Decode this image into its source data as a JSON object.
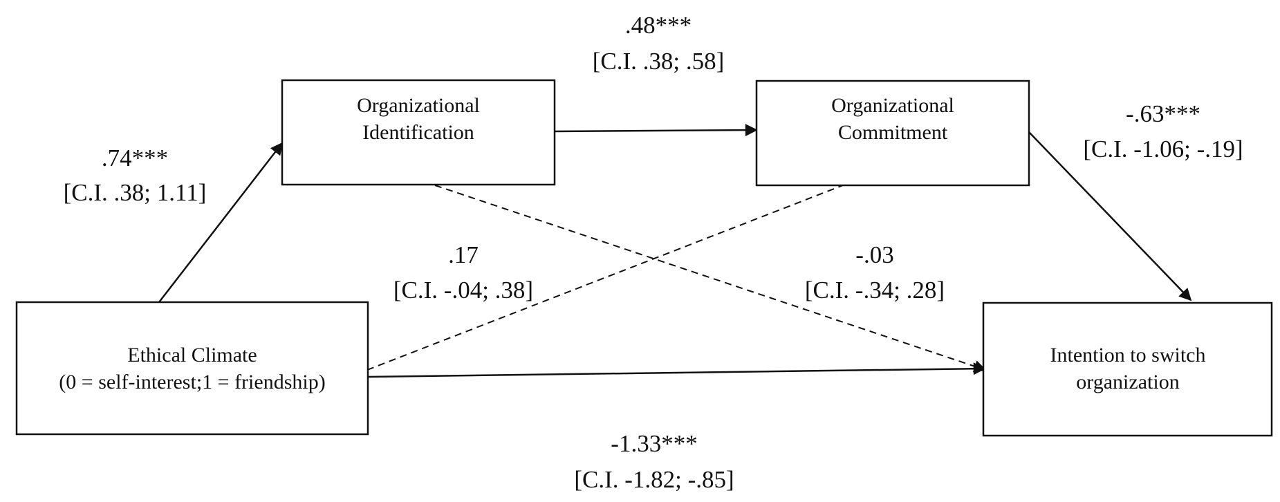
{
  "nodes": {
    "ethical_climate": {
      "line1": "Ethical Climate",
      "line2": "(0 = self-interest;1 = friendship)"
    },
    "org_identification": {
      "line1": "Organizational",
      "line2": "Identification"
    },
    "org_commitment": {
      "line1": "Organizational",
      "line2": "Commitment"
    },
    "intention_switch": {
      "line1": "Intention to switch",
      "line2": "organization"
    }
  },
  "paths": {
    "climate_to_identification": {
      "coef": ".74***",
      "ci": "[C.I. .38; 1.11]",
      "style": "solid"
    },
    "identification_to_commitment": {
      "coef": ".48***",
      "ci": "[C.I. .38; .58]",
      "style": "solid"
    },
    "commitment_to_intention": {
      "coef": "-.63***",
      "ci": "[C.I. -1.06; -.19]",
      "style": "solid"
    },
    "climate_to_commitment": {
      "coef": ".17",
      "ci": "[C.I. -.04; .38]",
      "style": "dashed"
    },
    "identification_to_intention": {
      "coef": "-.03",
      "ci": "[C.I. -.34; .28]",
      "style": "dashed"
    },
    "climate_to_intention": {
      "coef": "-1.33***",
      "ci": "[C.I. -1.82; -.85]",
      "style": "solid"
    }
  },
  "colors": {
    "stroke": "#111111",
    "background": "#ffffff"
  }
}
